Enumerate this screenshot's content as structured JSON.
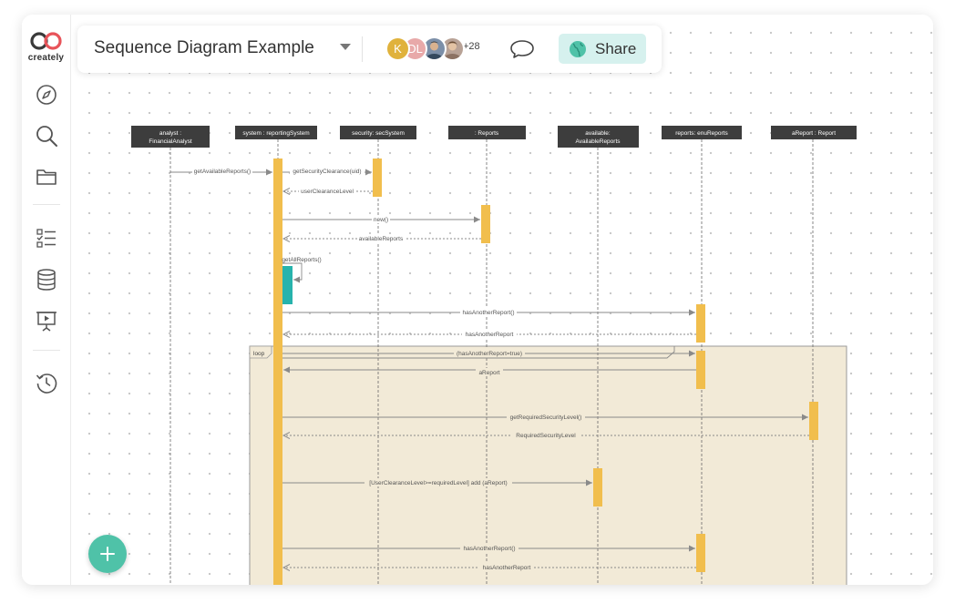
{
  "app": {
    "logo_text": "creately",
    "title": "Sequence Diagram Example",
    "collaborators": [
      {
        "initials": "K",
        "color": "#e0b23c"
      },
      {
        "initials": "DL",
        "color": "#e8a9a9"
      },
      {
        "initials": "",
        "color": "#7c8fa8"
      },
      {
        "initials": "",
        "color": "#b8a296"
      }
    ],
    "more_collaborators": "+28",
    "share_label": "Share",
    "accent_color": "#4fc2a8"
  },
  "sidebar": {
    "items": [
      {
        "icon": "compass-icon"
      },
      {
        "icon": "search-icon"
      },
      {
        "icon": "folder-icon"
      },
      {
        "icon": "checklist-icon"
      },
      {
        "icon": "database-icon"
      },
      {
        "icon": "presentation-icon"
      },
      {
        "icon": "history-icon"
      }
    ]
  },
  "diagram": {
    "lifelines": [
      {
        "line1": "analyst :",
        "line2": "FinancialAnalyst"
      },
      {
        "line1": "system : reportingSystem",
        "line2": ""
      },
      {
        "line1": "security: secSystem",
        "line2": ""
      },
      {
        "line1": ": Reports",
        "line2": ""
      },
      {
        "line1": "available:",
        "line2": "AvailableReports"
      },
      {
        "line1": "reports: enuReports",
        "line2": ""
      },
      {
        "line1": "aReport : Report",
        "line2": ""
      }
    ],
    "messages": [
      "getAvailableReports()",
      "getSecurityClearance(uid)",
      "userClearanceLevel",
      "new()",
      "availableReports",
      "getAllReports()",
      "hasAnotherReport()",
      "hasAnotherReport",
      "(hasAnotherReport=true)",
      "aReport",
      "getRequiredSecurityLevel()",
      "RequiredSecurityLevel",
      "[UserClearanceLevel>=requiredLevel]  add (aReport)",
      "hasAnotherReport()",
      "hasAnotherReport"
    ],
    "loop_label": "loop",
    "header_color": "#3d3d3d",
    "activation_color": "#f1be4d",
    "self_activation_color": "#27b3ac",
    "loop_fill": "#f2ead7"
  }
}
